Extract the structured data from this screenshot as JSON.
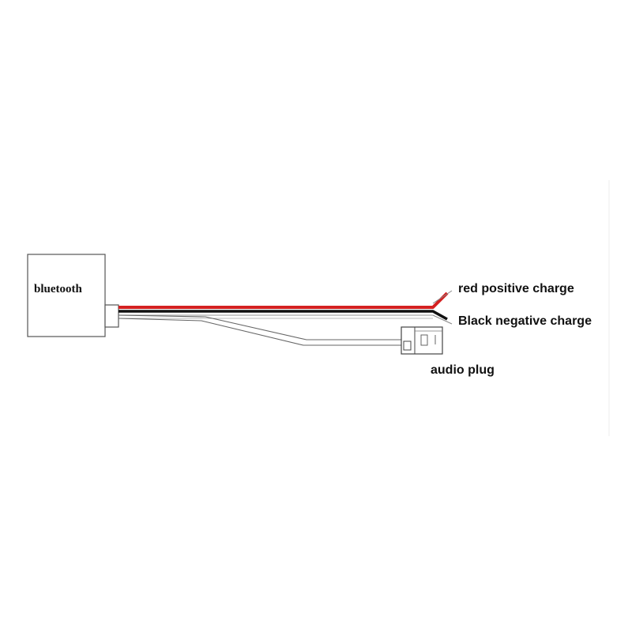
{
  "module": {
    "label": "bluetooth"
  },
  "wires": {
    "red_label": "red positive charge",
    "black_label": "Black negative charge"
  },
  "connector": {
    "label": "audio plug"
  },
  "colors": {
    "red_wire": "#d42020",
    "black_wire": "#111111",
    "outline": "#555555",
    "background": "#ffffff"
  }
}
